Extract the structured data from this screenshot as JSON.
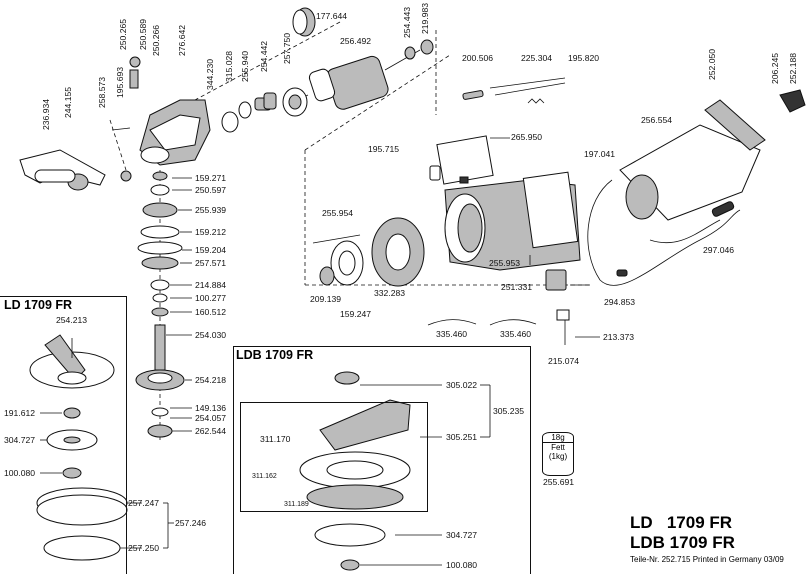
{
  "title": {
    "line1": "LD   1709 FR",
    "line2": "LDB 1709 FR"
  },
  "footnote": "Teile-Nr. 252.715 Printed in Germany 03/09",
  "boxes": {
    "ld": "LD 1709 FR",
    "ldb": "LDB 1709 FR"
  },
  "fett_label": {
    "top": "18g",
    "mid": "Fett",
    "bot": "(1kg)"
  },
  "labels": {
    "p177644": "177.644",
    "p256492": "256.492",
    "p254443": "254.443",
    "p219983": "219.983",
    "p250265": "250.265",
    "p250589": "250.589",
    "p250266": "250.266",
    "p276642": "276.642",
    "p344230": "344.230",
    "p315028": "315.028",
    "p255940": "255.940",
    "p254442": "254.442",
    "p257750": "257.750",
    "p195693": "195.693",
    "p258573": "258.573",
    "p244155": "244.155",
    "p236934": "236.934",
    "p200506": "200.506",
    "p225304": "225.304",
    "p195820": "195.820",
    "p252050": "252.050",
    "p206245": "206.245",
    "p252188": "252.188",
    "p256554": "256.554",
    "p265950": "265.950",
    "p195715": "195.715",
    "p197041": "197.041",
    "p159271": "159.271",
    "p250597": "250.597",
    "p255939": "255.939",
    "p159212": "159.212",
    "p159204": "159.204",
    "p257571": "257.571",
    "p214884": "214.884",
    "p100277": "100.277",
    "p160512": "160.512",
    "p254030": "254.030",
    "p254218": "254.218",
    "p149136": "149.136",
    "p254057": "254.057",
    "p262544": "262.544",
    "p255954": "255.954",
    "p255953": "255.953",
    "p297046": "297.046",
    "p251331": "251.331",
    "p294853": "294.853",
    "p209139": "209.139",
    "p332283": "332.283",
    "p159247": "159.247",
    "p335460a": "335.460",
    "p335460b": "335.460",
    "p213373": "213.373",
    "p215074": "215.074",
    "p254213": "254.213",
    "p191612": "191.612",
    "p304727a": "304.727",
    "p100080a": "100.080",
    "p257247": "257.247",
    "p257246": "257.246",
    "p257250": "257.250",
    "p305022": "305.022",
    "p305235": "305.235",
    "p311170": "311.170",
    "p305251": "305.251",
    "p311162": "311.162",
    "p311189": "311.189",
    "p304727b": "304.727",
    "p100080b": "100.080",
    "p255691": "255.691"
  }
}
